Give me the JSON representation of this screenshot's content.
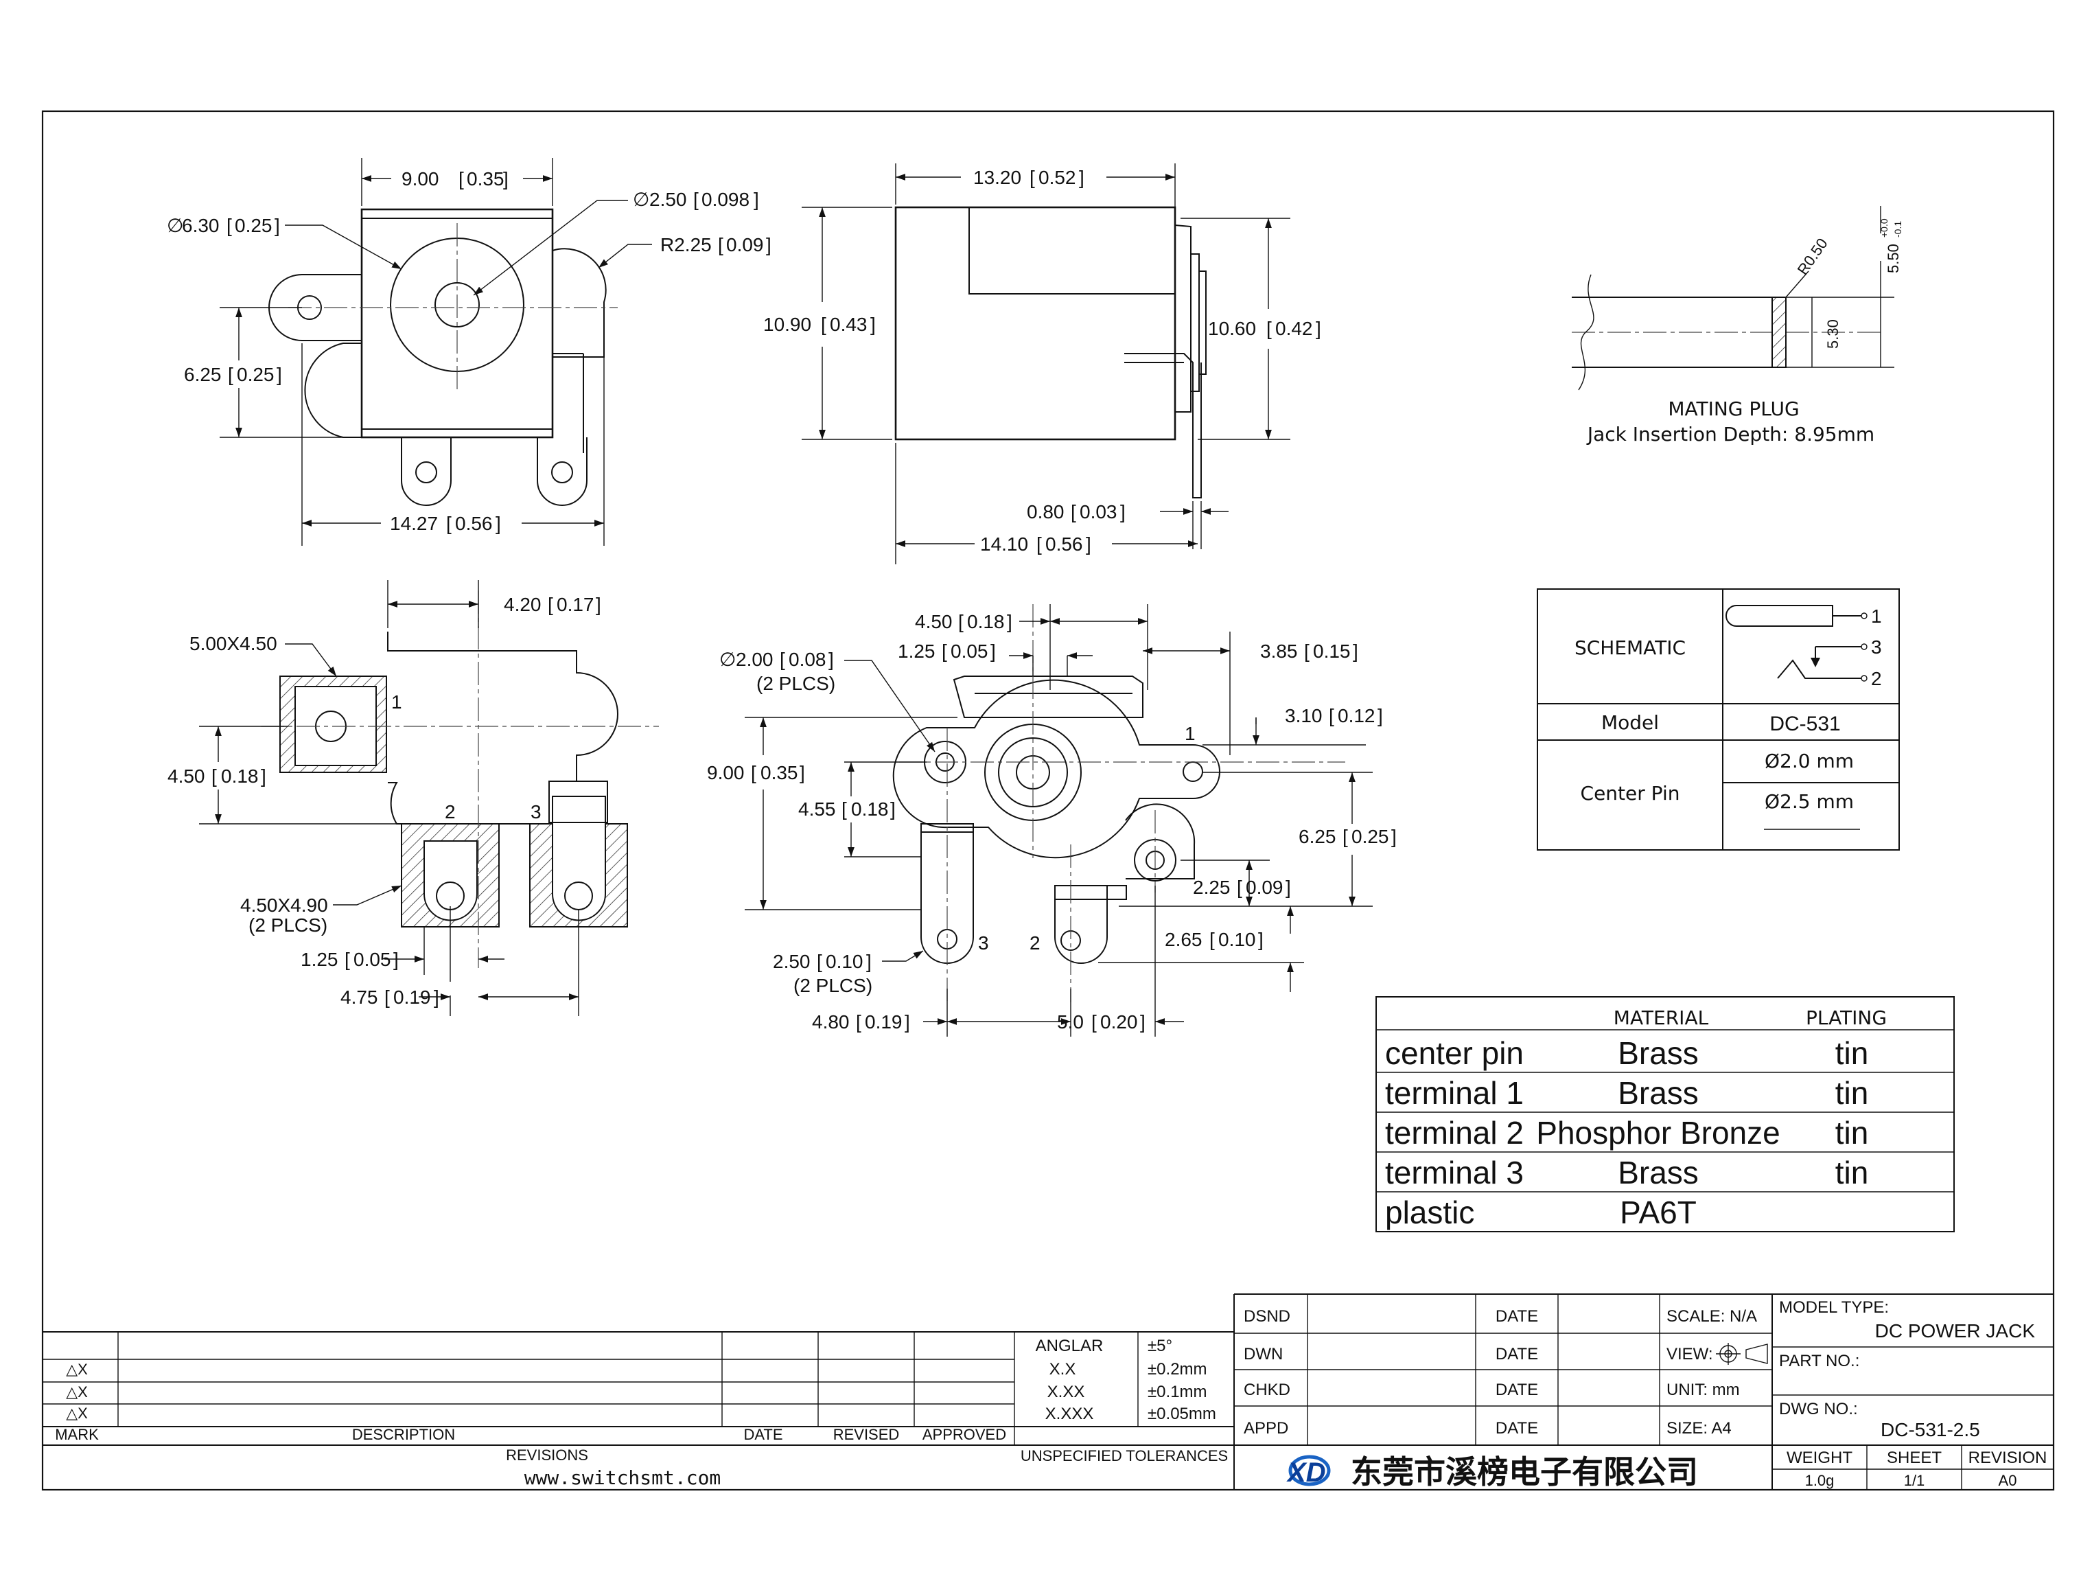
{
  "front_view": {
    "d_body_width": "9.00",
    "d_body_width_in": "0.35",
    "d_outer": "6.30",
    "d_outer_in": "0.25",
    "d_pin": "2.50",
    "d_pin_in": "0.098",
    "d_radius": "R2.25",
    "d_radius_in": "0.09",
    "d_height": "6.25",
    "d_height_in": "0.25",
    "d_total_width": "14.27",
    "d_total_width_in": "0.56"
  },
  "side_view": {
    "d_length": "13.20",
    "d_length_in": "0.52",
    "d_left_height": "10.90",
    "d_left_height_in": "0.43",
    "d_right_height": "10.60",
    "d_right_height_in": "0.42",
    "d_tab": "0.80",
    "d_tab_in": "0.03",
    "d_total": "14.10",
    "d_total_in": "0.56"
  },
  "mating_plug": {
    "title": "MATING PLUG",
    "depth": "Jack Insertion Depth: 8.95mm",
    "radius": "R0.50",
    "inner_dia": "5.30",
    "outer_dia": "5.50",
    "tol_upper": "+0.0",
    "tol_lower": "-0.1"
  },
  "pcb_layout": {
    "d_top": "4.20",
    "d_top_in": "0.17",
    "pad1_size": "5.00X4.50",
    "d_left": "4.50",
    "d_left_in": "0.18",
    "pad_size": "4.50X4.90",
    "pad_qty": "(2 PLCS)",
    "d_gap": "1.25",
    "d_gap_in": "0.05",
    "d_pitch": "4.75",
    "d_pitch_in": "0.19",
    "pin1": "1",
    "pin2": "2",
    "pin3": "3"
  },
  "bottom_view": {
    "d_a": "4.50",
    "d_a_in": "0.18",
    "d_hole": "2.00",
    "d_hole_in": "0.08",
    "hole_qty": "(2 PLCS)",
    "d_b": "1.25",
    "d_b_in": "0.05",
    "d_c": "3.85",
    "d_c_in": "0.15",
    "d_d": "3.10",
    "d_d_in": "0.12",
    "d_e": "9.00",
    "d_e_in": "0.35",
    "d_f": "4.55",
    "d_f_in": "0.18",
    "d_g": "6.25",
    "d_g_in": "0.25",
    "d_h": "2.25",
    "d_h_in": "0.09",
    "d_i": "2.65",
    "d_i_in": "0.10",
    "d_j": "2.50",
    "d_j_in": "0.10",
    "j_qty": "(2 PLCS)",
    "d_k": "4.80",
    "d_k_in": "0.19",
    "d_l": "5.0",
    "d_l_in": "0.20",
    "pin1": "1",
    "pin2": "2",
    "pin3": "3"
  },
  "schematic_table": {
    "schematic_label": "SCHEMATIC",
    "model_label": "Model",
    "model_value": "DC-531",
    "center_pin_label": "Center Pin",
    "pin_opt1": "Ø2.0 mm",
    "pin_opt2": "Ø2.5 mm",
    "terminals": [
      "1",
      "3",
      "2"
    ]
  },
  "material_table": {
    "headers": [
      "MATERIAL",
      "PLATING"
    ],
    "rows": [
      [
        "center pin",
        "Brass",
        "tin"
      ],
      [
        "terminal 1",
        "Brass",
        "tin"
      ],
      [
        "terminal 2",
        "Phosphor Bronze",
        "tin"
      ],
      [
        "terminal 3",
        "Brass",
        "tin"
      ],
      [
        "plastic",
        "PA6T",
        ""
      ]
    ]
  },
  "title_block": {
    "tolerances": {
      "rows": [
        [
          "ANGLAR",
          "±5°"
        ],
        [
          "X.X",
          "±0.2mm"
        ],
        [
          "X.XX",
          "±0.1mm"
        ],
        [
          "X.XXX",
          "±0.05mm"
        ]
      ],
      "caption": "UNSPECIFIED TOLERANCES"
    },
    "revisions": {
      "marks": [
        "△X",
        "△X",
        "△X"
      ],
      "headers": [
        "MARK",
        "DESCRIPTION",
        "DATE",
        "REVISED",
        "APPROVED"
      ],
      "caption": "REVISIONS",
      "website": "www.switchsmt.com"
    },
    "approvals": [
      {
        "label": "DSND",
        "date": "DATE",
        "info": "SCALE: N/A"
      },
      {
        "label": "DWN",
        "date": "DATE",
        "info": "VIEW:"
      },
      {
        "label": "CHKD",
        "date": "DATE",
        "info": "UNIT: mm"
      },
      {
        "label": "APPD",
        "date": "DATE",
        "info": "SIZE: A4"
      }
    ],
    "company": "东莞市溪榜电子有限公司",
    "logo_text": "XD",
    "model_type_label": "MODEL TYPE:",
    "model_type": "DC POWER JACK",
    "part_no_label": "PART NO.:",
    "dwg_no_label": "DWG NO.:",
    "dwg_no": "DC-531-2.5",
    "weight_label": "WEIGHT",
    "weight": "1.0g",
    "sheet_label": "SHEET",
    "sheet": "1/1",
    "revision_label": "REVISION",
    "revision": "A0"
  }
}
